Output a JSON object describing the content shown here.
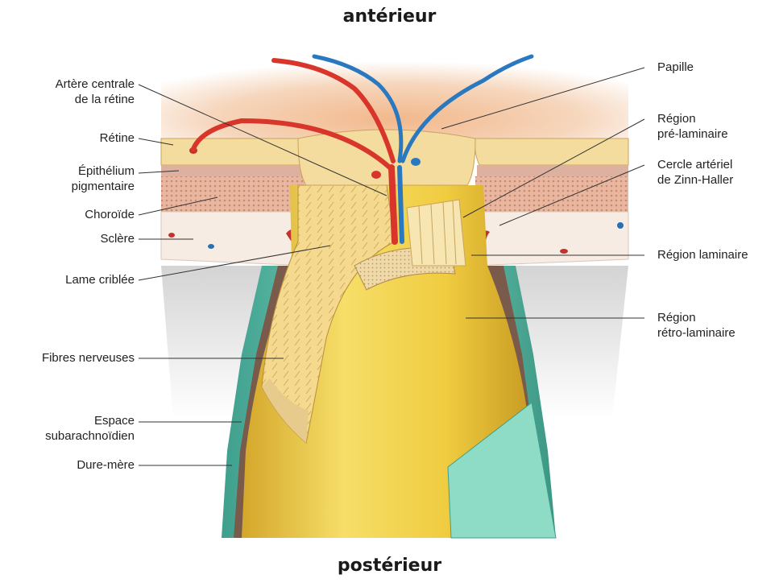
{
  "headings": {
    "top": "antérieur",
    "bottom": "postérieur"
  },
  "labels_left": {
    "artere": [
      "Artère centrale",
      "de la rétine"
    ],
    "retine": "Rétine",
    "epithelium": [
      "Épithélium",
      "pigmentaire"
    ],
    "choroide": "Choroïde",
    "sclere": "Sclère",
    "lame": "Lame criblée",
    "fibres": "Fibres nerveuses",
    "espace": [
      "Espace",
      "subarachnoïdien"
    ],
    "dure": "Dure-mère"
  },
  "labels_right": {
    "papille": "Papille",
    "prelaminaire": [
      "Région",
      "pré-laminaire"
    ],
    "cercle": [
      "Cercle artériel",
      "de Zinn-Haller"
    ],
    "laminaire": "Région laminaire",
    "retrolaminaire": [
      "Région",
      "rétro-laminaire"
    ]
  },
  "colors": {
    "artery": "#d8362a",
    "vein": "#2a78c0",
    "nerve": "#f0cf4a",
    "retina": "#f3dc9e",
    "choroid": "#e6b39c",
    "sclera": "#f6ece4",
    "dura": "#6bc9b4",
    "background_glow": "#e9a67a"
  }
}
